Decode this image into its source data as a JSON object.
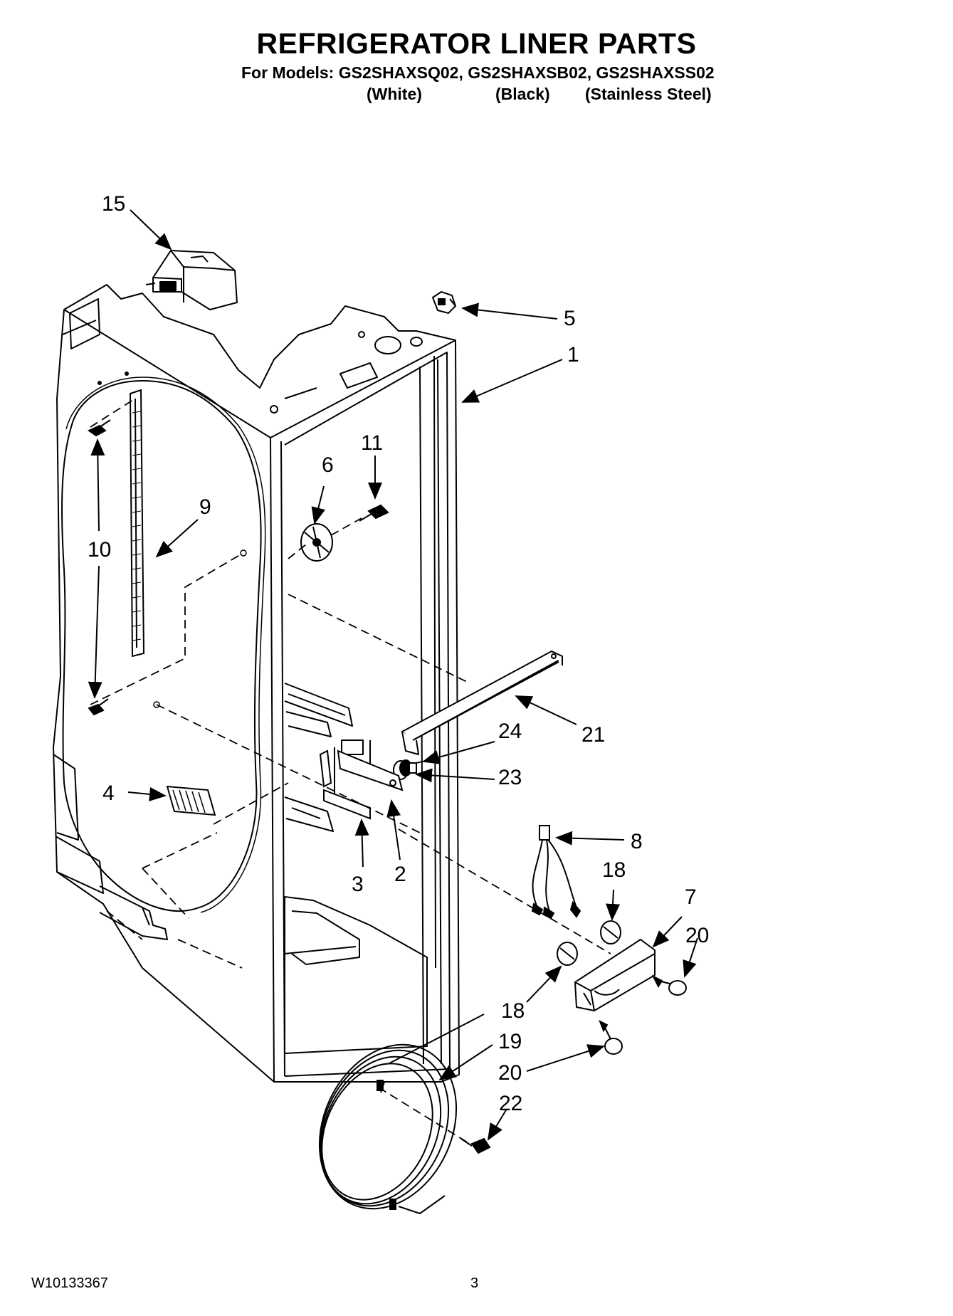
{
  "header": {
    "title": "REFRIGERATOR LINER PARTS",
    "models_line": "For Models: GS2SHAXSQ02, GS2SHAXSB02, GS2SHAXSS02",
    "variants": [
      "(White)",
      "(Black)",
      "(Stainless Steel)"
    ]
  },
  "callouts": [
    "15",
    "5",
    "1",
    "11",
    "6",
    "9",
    "10",
    "21",
    "24",
    "23",
    "4",
    "8",
    "18",
    "3",
    "2",
    "7",
    "20",
    "18",
    "19",
    "20",
    "22"
  ],
  "footer": {
    "doc_number": "W10133367",
    "page_number": "3"
  }
}
